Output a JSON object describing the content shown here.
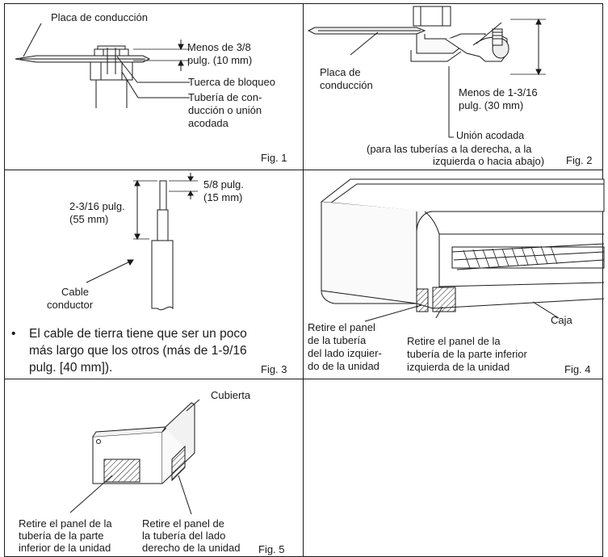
{
  "fig1": {
    "label": "Fig. 1",
    "placa": "Placa de conducción",
    "menos_l1": "Menos de 3/8",
    "menos_l2": "pulg. (10 mm)",
    "tuerca": "Tuerca de bloqueo",
    "tuberia_l1": "Tubería de con-",
    "tuberia_l2": "ducción o unión",
    "tuberia_l3": "acodada"
  },
  "fig2": {
    "label": "Fig. 2",
    "placa_l1": "Placa de",
    "placa_l2": "conducción",
    "menos_l1": "Menos de 1-3/16",
    "menos_l2": "pulg. (30 mm)",
    "union": "Unión acodada",
    "paren_l1": "(para las tuberías a la derecha, a la",
    "paren_l2": "izquierda o hacia abajo)"
  },
  "fig3": {
    "label": "Fig. 3",
    "dim1_l1": "2-3/16 pulg.",
    "dim1_l2": "(55 mm)",
    "dim2_l1": "5/8 pulg.",
    "dim2_l2": "(15 mm)",
    "cable_l1": "Cable",
    "cable_l2": "conductor",
    "bullet": "•",
    "note_l1": "El cable de tierra tiene que ser un poco",
    "note_l2": "más largo que los otros (más de 1-9/16",
    "note_l3": "pulg. [40 mm])."
  },
  "fig4": {
    "label": "Fig. 4",
    "caja": "Caja",
    "left_l1": "Retire el panel",
    "left_l2": "de la tubería",
    "left_l3": "del lado izquier-",
    "left_l4": "do de la unidad",
    "right_l1": "Retire el panel de la",
    "right_l2": "tubería de la parte inferior",
    "right_l3": "izquierda de la unidad"
  },
  "fig5": {
    "label": "Fig. 5",
    "cubierta": "Cubierta",
    "left_l1": "Retire el panel de la",
    "left_l2": "tubería de la parte",
    "left_l3": "inferior de la unidad",
    "right_l1": "Retire el panel de",
    "right_l2": "la tubería del lado",
    "right_l3": "derecho de la unidad"
  }
}
